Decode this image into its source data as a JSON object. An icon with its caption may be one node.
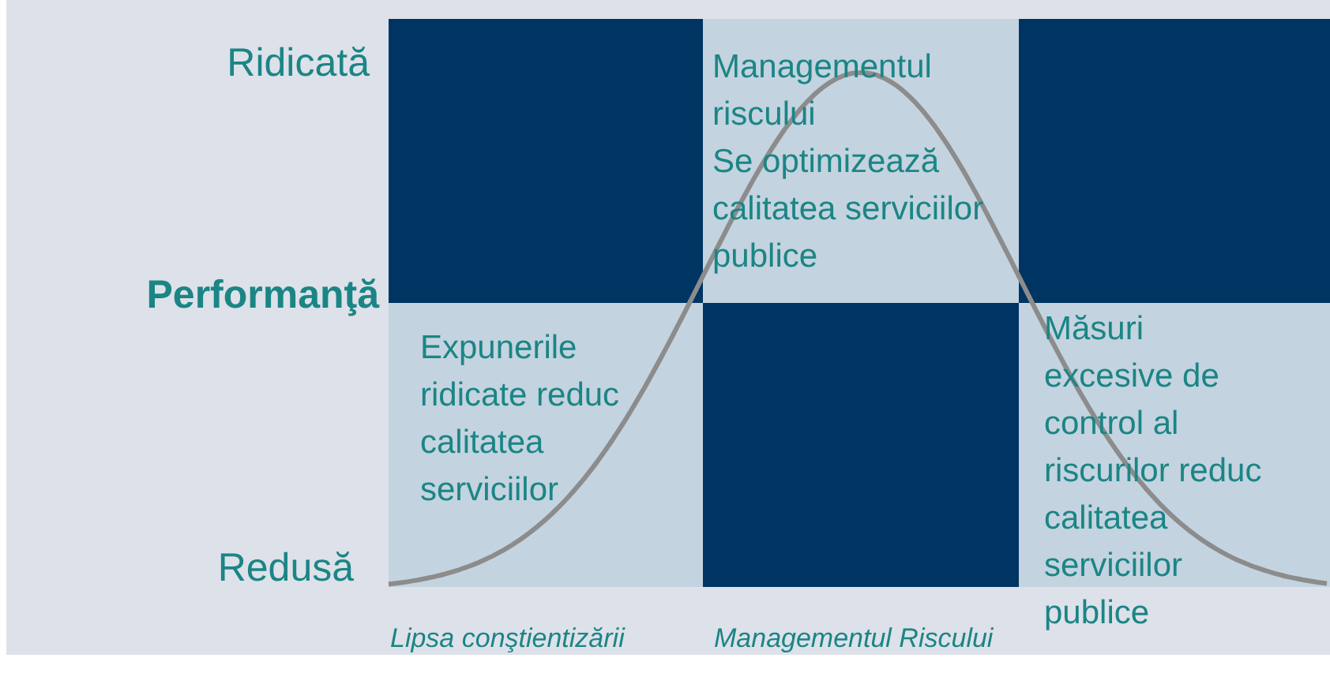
{
  "diagram": {
    "nodes": [
      {
        "text": [],
        "shape": "box"
      },
      {
        "text": [
          "Managementul riscului",
          "Se optimizează calitatea serviciilor publice"
        ]
      },
      {
        "text": [],
        "shape": "box"
      },
      {
        "text": [
          "Expunerile ridicate reduc calitatea serviciilor"
        ]
      },
      {
        "text": [],
        "shape": "box"
      },
      {
        "text": [
          "Măsuri excesive de control al riscurilor reduc calitatea serviciilor publice"
        ]
      }
    ],
    "edges": [],
    "labels": [
      "Ridicată",
      "Performanţă",
      "Redusă",
      "Lipsa conştientizării",
      "Managementul Riscului"
    ]
  }
}
